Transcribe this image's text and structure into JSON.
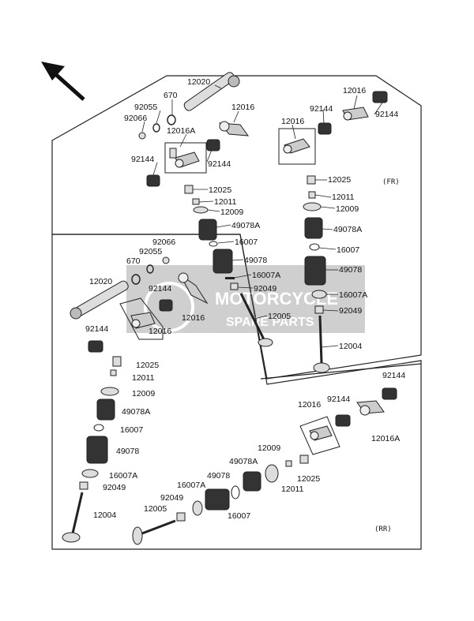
{
  "diagram": {
    "front_marker": "(FR)",
    "rear_marker": "(RR)",
    "watermark": {
      "line1": "MOTORCYCLE",
      "line2": "SPARE PARTS"
    },
    "labels": {
      "front": {
        "p12020": "12020",
        "p670": "670",
        "p92055": "92055",
        "p92066": "92066",
        "p12016A": "12016A",
        "p92144a": "92144",
        "p92144b": "92144",
        "p12016a": "12016",
        "p12025": "12025",
        "p12011": "12011",
        "p12009": "12009",
        "p49078A": "49078A",
        "p16007": "16007",
        "p49078": "49078",
        "p16007A": "16007A",
        "p92049": "92049",
        "p12005": "12005",
        "r12016": "12016",
        "r92144a": "92144",
        "r92144b": "92144",
        "r12016b": "12016",
        "r12025": "12025",
        "r12011": "12011",
        "r12009": "12009",
        "r49078A": "49078A",
        "r16007": "16007",
        "r49078": "49078",
        "r16007A": "16007A",
        "r92049": "92049",
        "r12004": "12004"
      },
      "left": {
        "p92066": "92066",
        "p92055": "92055",
        "p670": "670",
        "p12020": "12020",
        "p92144a": "92144",
        "p12016a": "12016",
        "p12016b": "12016",
        "p92144b": "92144",
        "p12025": "12025",
        "p12011": "12011",
        "p12009": "12009",
        "p49078A": "49078A",
        "p16007": "16007",
        "p49078": "49078",
        "p16007A": "16007A",
        "p92049": "92049",
        "p12004": "12004"
      },
      "rear": {
        "p92144a": "92144",
        "p92144b": "92144",
        "p12016": "12016",
        "p12016A": "12016A",
        "p12009": "12009",
        "p49078A": "49078A",
        "p49078": "49078",
        "p16007A": "16007A",
        "p16007": "16007",
        "p92049": "92049",
        "p12005": "12005",
        "p12025": "12025",
        "p12011": "12011"
      }
    }
  }
}
